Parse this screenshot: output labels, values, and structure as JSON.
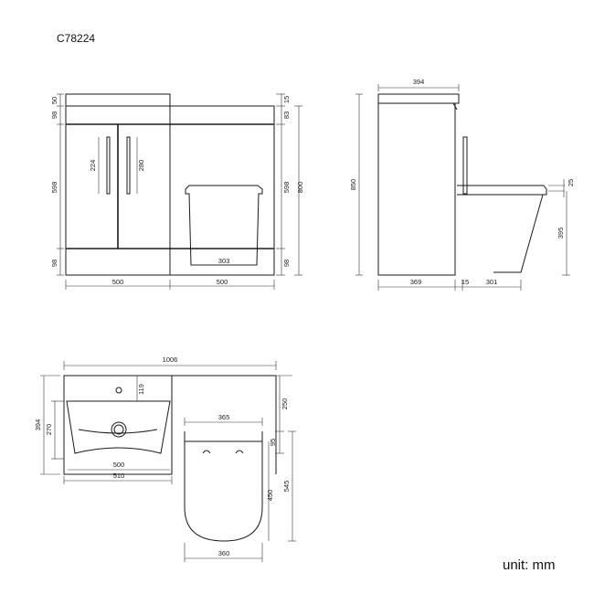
{
  "product_code": "C78224",
  "unit_label": "unit: mm",
  "front_view": {
    "left_dims": [
      "50",
      "98",
      "598",
      "98"
    ],
    "right_dims": [
      "15",
      "83",
      "598",
      "98"
    ],
    "overall_height": "800",
    "handle_short": "224",
    "handle_long": "280",
    "toilet_base": "303",
    "bottom_dims": [
      "500",
      "500"
    ]
  },
  "side_view": {
    "top_width": "394",
    "overall_height": "850",
    "seat_drop": "25",
    "pan_height": "395",
    "bottom_dims": [
      "369",
      "15",
      "301"
    ]
  },
  "plan_view": {
    "overall_width": "1006",
    "basin_depth": "394",
    "bowl_depth": "270",
    "tap_offset": "119",
    "basin_width": "500",
    "cabinet_width": "510",
    "pan_width": "365",
    "pan_seat_width": "360",
    "right_dims": [
      "250",
      "95",
      "545"
    ],
    "pan_length": "450"
  }
}
